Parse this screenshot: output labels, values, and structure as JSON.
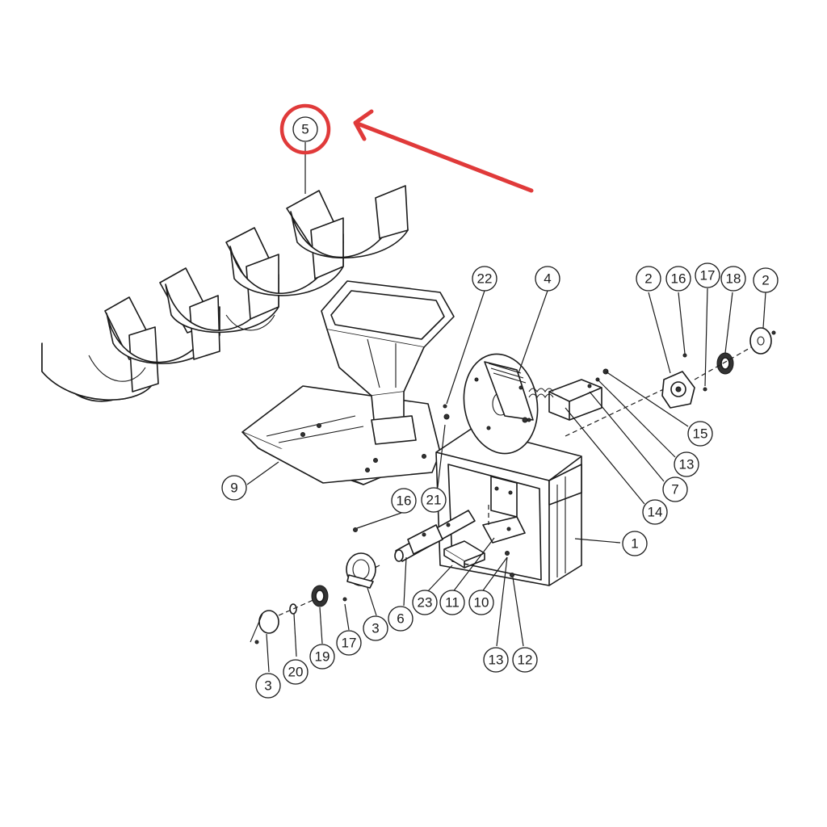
{
  "accent_color": "#e03a3a",
  "highlight": {
    "label": "5"
  },
  "callouts": [
    {
      "id": "c5",
      "label": "5"
    },
    {
      "id": "c22",
      "label": "22"
    },
    {
      "id": "c4",
      "label": "4"
    },
    {
      "id": "c2a",
      "label": "2"
    },
    {
      "id": "c16a",
      "label": "16"
    },
    {
      "id": "c17a",
      "label": "17"
    },
    {
      "id": "c18",
      "label": "18"
    },
    {
      "id": "c2b",
      "label": "2"
    },
    {
      "id": "c15",
      "label": "15"
    },
    {
      "id": "c13a",
      "label": "13"
    },
    {
      "id": "c7",
      "label": "7"
    },
    {
      "id": "c14",
      "label": "14"
    },
    {
      "id": "c1",
      "label": "1"
    },
    {
      "id": "c9",
      "label": "9"
    },
    {
      "id": "c16b",
      "label": "16"
    },
    {
      "id": "c21",
      "label": "21"
    },
    {
      "id": "c23",
      "label": "23"
    },
    {
      "id": "c11",
      "label": "11"
    },
    {
      "id": "c10",
      "label": "10"
    },
    {
      "id": "c6",
      "label": "6"
    },
    {
      "id": "c3a",
      "label": "3"
    },
    {
      "id": "c17b",
      "label": "17"
    },
    {
      "id": "c19",
      "label": "19"
    },
    {
      "id": "c20",
      "label": "20"
    },
    {
      "id": "c3b",
      "label": "3"
    },
    {
      "id": "c13b",
      "label": "13"
    },
    {
      "id": "c12",
      "label": "12"
    }
  ]
}
